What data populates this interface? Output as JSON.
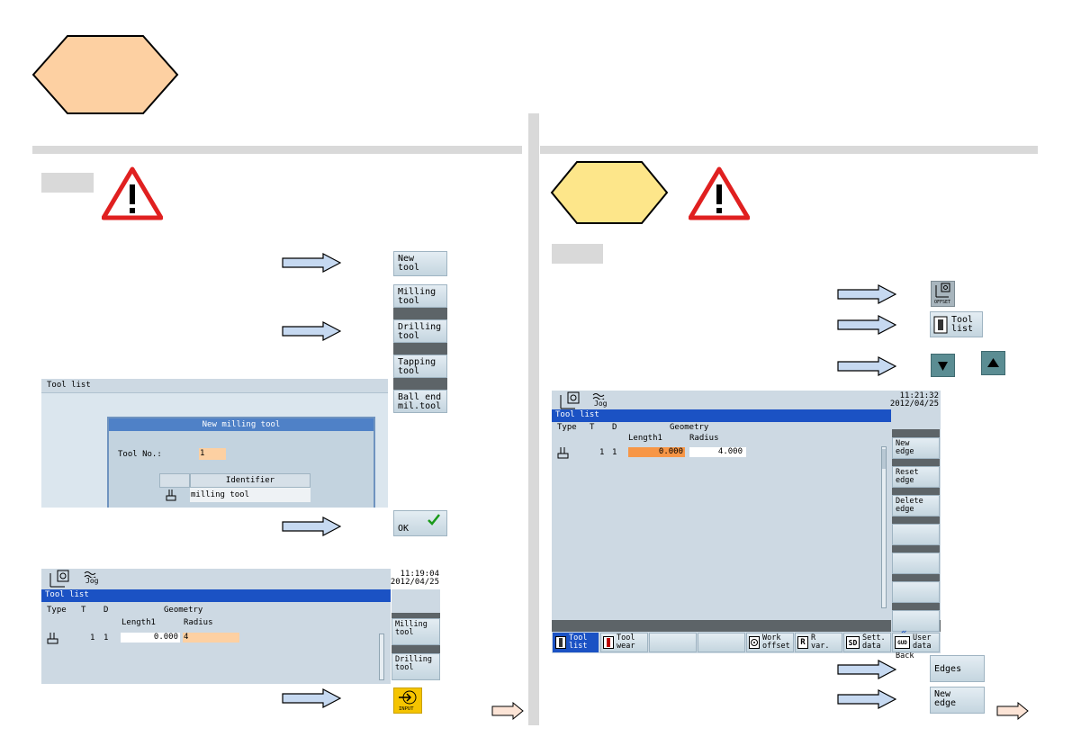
{
  "left": {
    "arrows": [
      "arrow-1",
      "arrow-2",
      "arrow-3",
      "arrow-4"
    ],
    "softkeys": {
      "new_tool": "New\ntool",
      "milling_tool": "Milling\ntool",
      "drilling_tool": "Drilling\ntool",
      "tapping_tool": "Tapping\ntool",
      "ball_end": "Ball end\nmil.tool",
      "ok": "OK"
    },
    "dialog_screen": {
      "header": "Tool list",
      "dialog_title": "New milling tool",
      "tool_no_label": "Tool No.:",
      "tool_no_value": "1",
      "identifier_header": "Identifier",
      "identifier_value": "milling tool"
    },
    "list_screen": {
      "clock_time": "11:19:04",
      "clock_date": "2012/04/25",
      "mode": "Jog",
      "title": "Tool list",
      "col_type": "Type",
      "col_t": "T",
      "col_d": "D",
      "col_geometry": "Geometry",
      "col_length": "Length1",
      "col_radius": "Radius",
      "row_t": "1",
      "row_d": "1",
      "row_length": "0.000",
      "row_radius": "4",
      "sk_milling": "Milling\ntool",
      "sk_drilling": "Drilling\ntool"
    },
    "input_key": "INPUT"
  },
  "right": {
    "softkeys": {
      "offset_caption": "OFFSET",
      "tool_list": "Tool\nlist",
      "edges": "Edges",
      "new_edge": "New\nedge"
    },
    "screen": {
      "clock_time": "11:21:32",
      "clock_date": "2012/04/25",
      "mode": "Jog",
      "title": "Tool list",
      "col_type": "Type",
      "col_t": "T",
      "col_d": "D",
      "col_geometry": "Geometry",
      "col_length": "Length1",
      "col_radius": "Radius",
      "row_t": "1",
      "row_d": "1",
      "row_length": "0.000",
      "row_radius": "4.000",
      "vsk": [
        "New\nedge",
        "Reset\nedge",
        "Delete\nedge",
        "",
        "",
        "",
        "Back"
      ],
      "hsk": {
        "tool_list": "Tool\nlist",
        "tool_wear": "Tool\nwear",
        "work_offset": "Work\noffset",
        "r_var": "R\nvar.",
        "sett_data": "Sett.\ndata",
        "user_data": "User\ndata",
        "r_icon": "R",
        "sd_icon": "SD",
        "gud_icon": "GUD"
      }
    }
  },
  "colors": {
    "hex_big": "#fdd0a2",
    "hex_small": "#fde68a",
    "arrow_fill": "#c6d9f1",
    "title_bar": "#1b52c4",
    "highlight": "#f79646"
  }
}
